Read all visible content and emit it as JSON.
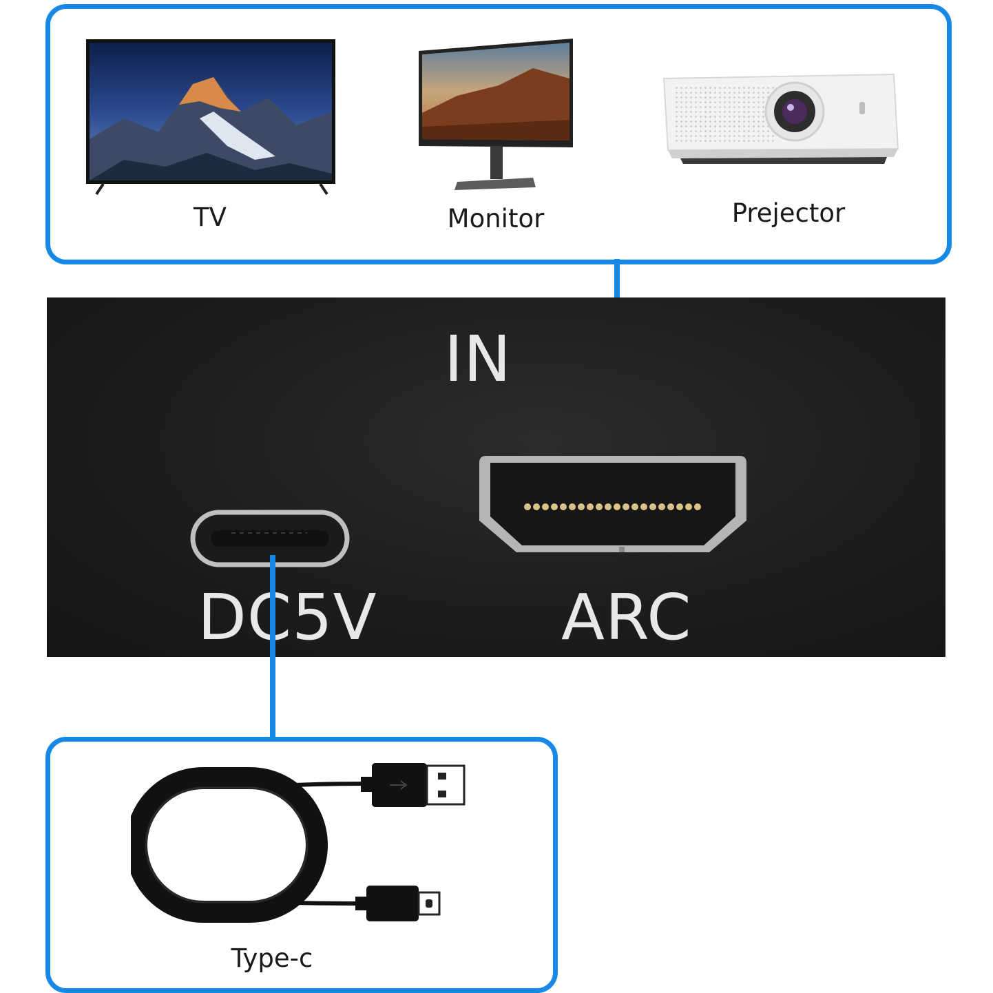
{
  "devices": {
    "tv_label": "TV",
    "monitor_label": "Monitor",
    "projector_label": "Prejector"
  },
  "panel": {
    "in_label": "IN",
    "dc_label": "DC5V",
    "arc_label": "ARC"
  },
  "cable": {
    "label": "Type-c"
  },
  "colors": {
    "accent": "#1888e6",
    "panel": "#1e1e1e"
  }
}
